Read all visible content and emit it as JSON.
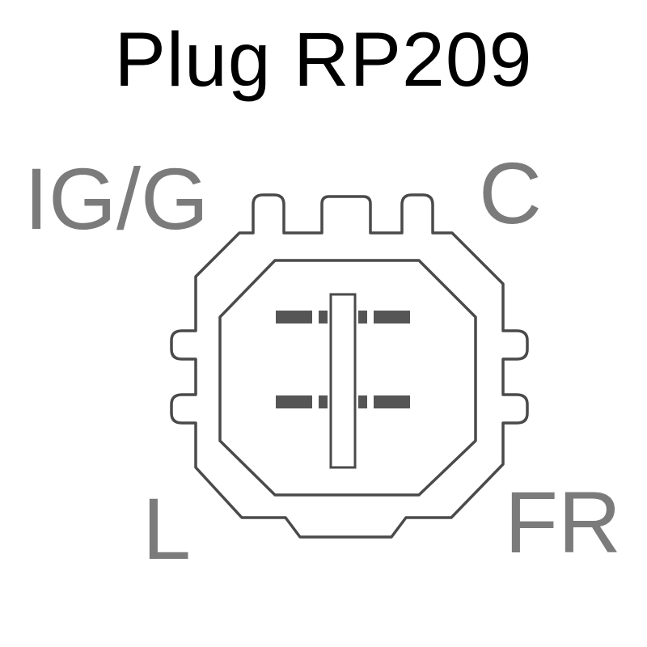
{
  "title": "Plug RP209",
  "connector": {
    "pins": {
      "top_left": "IG/G",
      "top_right": "C",
      "bottom_left": "L",
      "bottom_right": "FR"
    }
  },
  "colors": {
    "title_text": "#000000",
    "pin_label_text": "#7b7b7b",
    "outline_stroke": "#4a4a4a",
    "contact_fill": "#555555",
    "background": "#ffffff"
  }
}
